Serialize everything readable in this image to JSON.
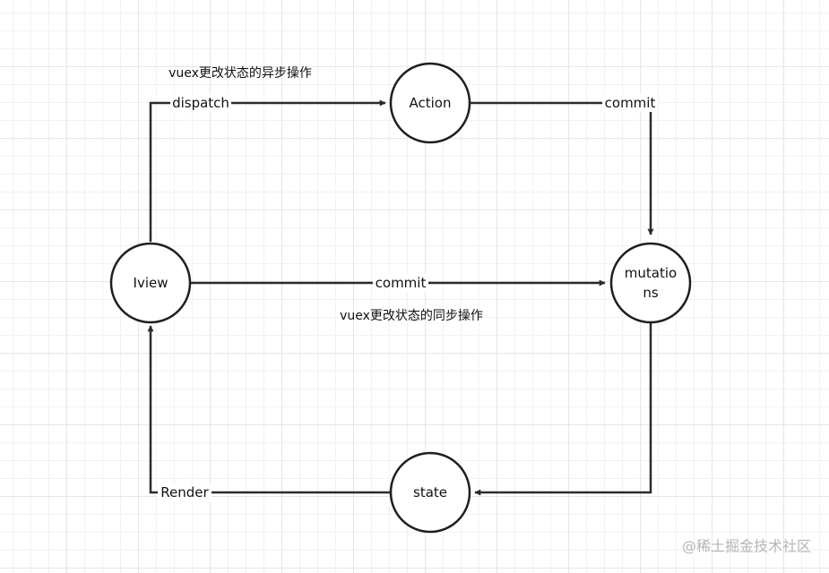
{
  "nodes": {
    "iview": "Iview",
    "action": "Action",
    "mutations_line1": "mutatio",
    "mutations_line2": "ns",
    "state": "state"
  },
  "edges": {
    "dispatch": "dispatch",
    "commit_async": "commit",
    "commit_sync": "commit",
    "render": "Render"
  },
  "notes": {
    "async": "vuex更改状态的异步操作",
    "sync": "vuex更改状态的同步操作"
  },
  "watermark": "@稀土掘金技术社区"
}
